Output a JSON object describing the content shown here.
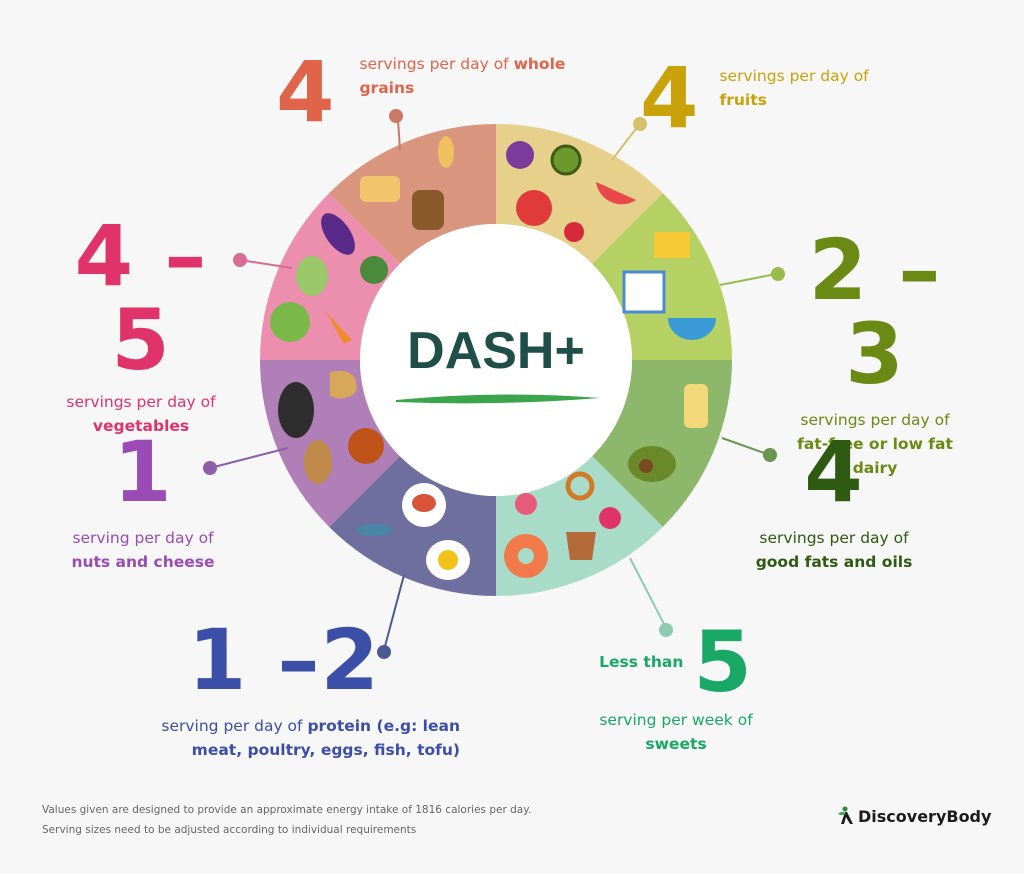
{
  "title": "DASH+",
  "colors": {
    "grains": "#e0644a",
    "fruits": "#c9a20a",
    "dairy": "#6a8a14",
    "fats": "#2f5a12",
    "sweets": "#1aa866",
    "protein": "#3c4fa8",
    "nuts": "#9a4bb5",
    "veg": "#e0336b",
    "dash": "#1f4f48"
  },
  "callouts": {
    "grains": {
      "number": "4",
      "pre": "servings per day of ",
      "bold": "whole",
      "bold2": "grains"
    },
    "fruits": {
      "number": "4",
      "pre": "servings per day of",
      "bold": "fruits"
    },
    "dairy": {
      "number": "2 – 3",
      "pre": "servings per day of",
      "bold": "fat-free or low fat",
      "bold2": "dairy"
    },
    "fats": {
      "number": "4",
      "pre": "servings per day of",
      "bold": "good fats and oils"
    },
    "sweets": {
      "lead": "Less than",
      "number": "5",
      "pre": "serving per week of",
      "bold": "sweets"
    },
    "protein": {
      "number": "1 –2",
      "pre": "serving per day of ",
      "bold": "protein (e.g: lean",
      "bold2": "meat, poultry, eggs, fish, tofu)"
    },
    "nuts": {
      "number": "1",
      "pre": "serving per day of",
      "bold": "nuts and cheese"
    },
    "veg": {
      "number": "4 – 5",
      "pre": "servings per day of",
      "bold": "vegetables"
    }
  },
  "footnote": {
    "line1": "Values given are designed to provide an approximate energy intake of 1816 calories per day.",
    "line2": "Serving sizes need to be adjusted according to individual requirements"
  },
  "brand": {
    "name": "DiscoveryBody",
    "icon": "person-leaf-icon"
  }
}
